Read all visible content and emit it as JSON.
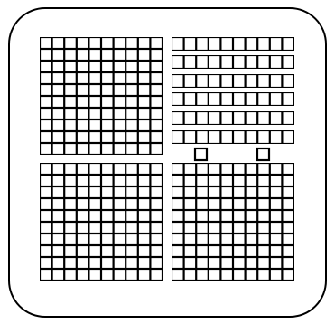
{
  "figure": {
    "stroke_color": "#000000",
    "fill_color": "#ffffff",
    "blocks": [
      {
        "kind": "hundred-square",
        "rows": 10,
        "cols": 10,
        "value": 100
      },
      {
        "kind": "hundred-square",
        "rows": 10,
        "cols": 10,
        "value": 100
      },
      {
        "kind": "hundred-square",
        "rows": 10,
        "cols": 10,
        "value": 100
      },
      {
        "kind": "ten-rod",
        "count": 6,
        "cells_per_rod": 10,
        "value": 10
      },
      {
        "kind": "unit-cube",
        "count": 2,
        "value": 1
      }
    ],
    "total": 362
  }
}
